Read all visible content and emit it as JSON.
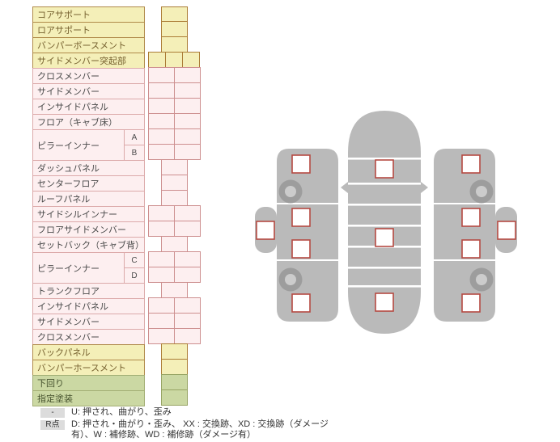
{
  "colors": {
    "yellow_bg": "#f4efb8",
    "yellow_border": "#b08a4a",
    "yellow_cell_border": "#ab7c36",
    "yellow_text": "#76612f",
    "pink_bg": "#fdeff0",
    "pink_border": "#dcaaaa",
    "pink_cell_border": "#cd8f8f",
    "pink_text": "#4a4a4a",
    "green_bg": "#cbd8a3",
    "green_border": "#a2ae74",
    "green_cell_border": "#96a363",
    "green_text": "#46522e",
    "point_border": "#b54a42",
    "car_gray": "#bababa",
    "wheel_outer": "#9d9d9d",
    "wheel_inner": "#cccccc",
    "badge_bg": "#dcdcdc",
    "legend_text": "#333333"
  },
  "table": {
    "rows": [
      {
        "label": "コアサポート",
        "type": "yellow",
        "cells": 1
      },
      {
        "label": "ロアサポート",
        "type": "yellow",
        "cells": 1
      },
      {
        "label": "バンパーボースメント",
        "type": "yellow",
        "cells": 1
      },
      {
        "label": "サイドメンバー突起部",
        "type": "yellow",
        "cells": 3
      },
      {
        "label": "クロスメンバー",
        "type": "pink",
        "cells": 2
      },
      {
        "label": "サイドメンバー",
        "type": "pink",
        "cells": 2
      },
      {
        "label": "インサイドパネル",
        "type": "pink",
        "cells": 2
      },
      {
        "label": "フロア（キャブ床）",
        "type": "pink",
        "cells": 2
      },
      {
        "label": "ピラーインナー",
        "type": "pink",
        "sub_rows": [
          {
            "label": "A",
            "cells": 2
          },
          {
            "label": "B",
            "cells": 2
          }
        ]
      },
      {
        "label": "ダッシュパネル",
        "type": "pink",
        "cells": 1
      },
      {
        "label": "センターフロア",
        "type": "pink",
        "cells": 1
      },
      {
        "label": "ルーフパネル",
        "type": "pink",
        "cells": 1
      },
      {
        "label": "サイドシルインナー",
        "type": "pink",
        "cells": 2
      },
      {
        "label": "フロアサイドメンバー",
        "type": "pink",
        "cells": 2
      },
      {
        "label": "セットバック（キャブ背）",
        "type": "pink",
        "cells": 1
      },
      {
        "label": "ピラーインナー",
        "type": "pink",
        "sub_rows": [
          {
            "label": "C",
            "cells": 2
          },
          {
            "label": "D",
            "cells": 2
          }
        ]
      },
      {
        "label": "トランクフロア",
        "type": "pink",
        "cells": 1
      },
      {
        "label": "インサイドパネル",
        "type": "pink",
        "cells": 2
      },
      {
        "label": "サイドメンバー",
        "type": "pink",
        "cells": 2
      },
      {
        "label": "クロスメンバー",
        "type": "pink",
        "cells": 2
      },
      {
        "label": "バックパネル",
        "type": "yellow",
        "cells": 1
      },
      {
        "label": "バンパーホースメント",
        "type": "yellow",
        "cells": 1
      },
      {
        "label": "下回り",
        "type": "green",
        "cells": 1
      },
      {
        "label": "指定塗装",
        "type": "green",
        "cells": 1
      }
    ]
  },
  "legend": {
    "rows": [
      {
        "badge": "-",
        "text": "U: 押され、曲がり、歪み"
      },
      {
        "badge": "R点",
        "text": "D: 押され・曲がり・歪み、 XX : 交換跡、XD : 交換跡（ダメージ有）、W : 補修跡、WD : 補修跡（ダメージ有）"
      }
    ]
  }
}
